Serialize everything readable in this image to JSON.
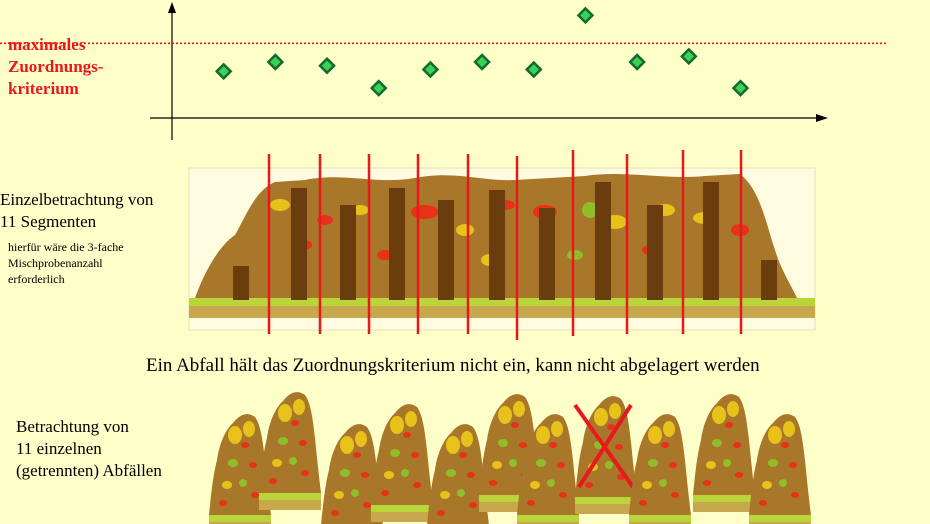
{
  "threshold": {
    "label_lines": [
      "maximales",
      "Zuordnungs-",
      "kriterium"
    ],
    "color": "#e8191c"
  },
  "chart_data": {
    "type": "scatter",
    "x": [
      1,
      2,
      3,
      4,
      5,
      6,
      7,
      8,
      9,
      10,
      11
    ],
    "y": [
      2.5,
      3.0,
      2.8,
      1.6,
      2.6,
      3.0,
      2.6,
      5.5,
      3.0,
      3.3,
      1.6
    ],
    "threshold": 4.0,
    "xlim": [
      0,
      12.5
    ],
    "ylim": [
      0,
      6
    ],
    "marker": "diamond",
    "marker_color": "#3dcf5a",
    "marker_edge": "#116b2c",
    "title": "",
    "xlabel": "",
    "ylabel": ""
  },
  "segmented": {
    "label_lines": [
      "Einzelbetrachtung von",
      "11 Segmenten"
    ],
    "note_lines": [
      "hierfür wäre die 3-fache",
      "Mischprobenanzahl",
      "erforderlich"
    ],
    "segment_count": 11
  },
  "caption": "Ein Abfall hält das Zuordnungskriterium nicht ein, kann nicht abgelagert werden",
  "separate": {
    "label_lines": [
      "Betrachtung von",
      "11 einzelnen",
      "(getrennten) Abfällen"
    ],
    "pile_count": 11,
    "rejected_index": 7
  }
}
